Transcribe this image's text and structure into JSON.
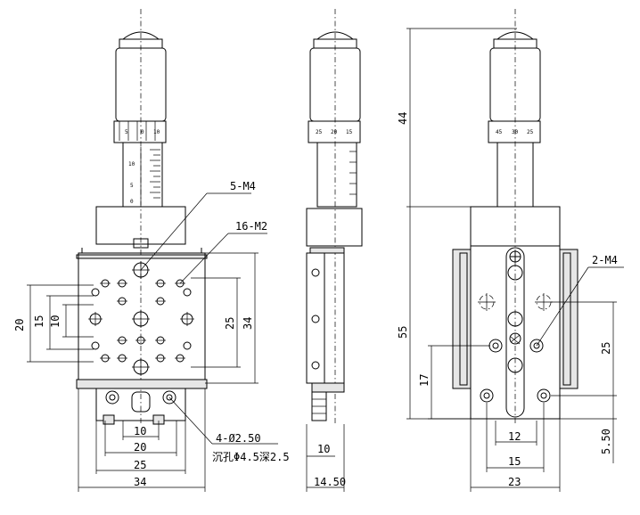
{
  "callouts": {
    "tap_m4_top": "5-M4",
    "tap_m2": "16-M2",
    "tap_m4_right": "2-M4",
    "thru_hole": "4-Ø2.50",
    "counterbore": "沉孔Φ4.5深2.5"
  },
  "front_view": {
    "dims": {
      "d34_bottom": "34",
      "d25_bottom": "25",
      "d20_bottom": "20",
      "d10_bottom": "10",
      "d20_left": "20",
      "d15_left": "15",
      "d10_left": "10",
      "d25_right": "25",
      "d34_right": "34"
    },
    "scale_labels": [
      "0",
      "5",
      "10"
    ],
    "thimble_labels": [
      "5",
      "0",
      "10"
    ]
  },
  "side_view": {
    "dims": {
      "d10_bottom": "10",
      "d14_50_bottom": "14.50"
    },
    "thimble_labels": [
      "25",
      "20",
      "15"
    ]
  },
  "top_view": {
    "dims": {
      "d44_left": "44",
      "d55_left": "55",
      "d17_left": "17",
      "d25_right": "25",
      "d5_50_right": "5.50",
      "d12_bottom": "12",
      "d15_bottom": "15",
      "d23_bottom": "23"
    },
    "thimble_labels": [
      "45",
      "30",
      "25"
    ]
  }
}
